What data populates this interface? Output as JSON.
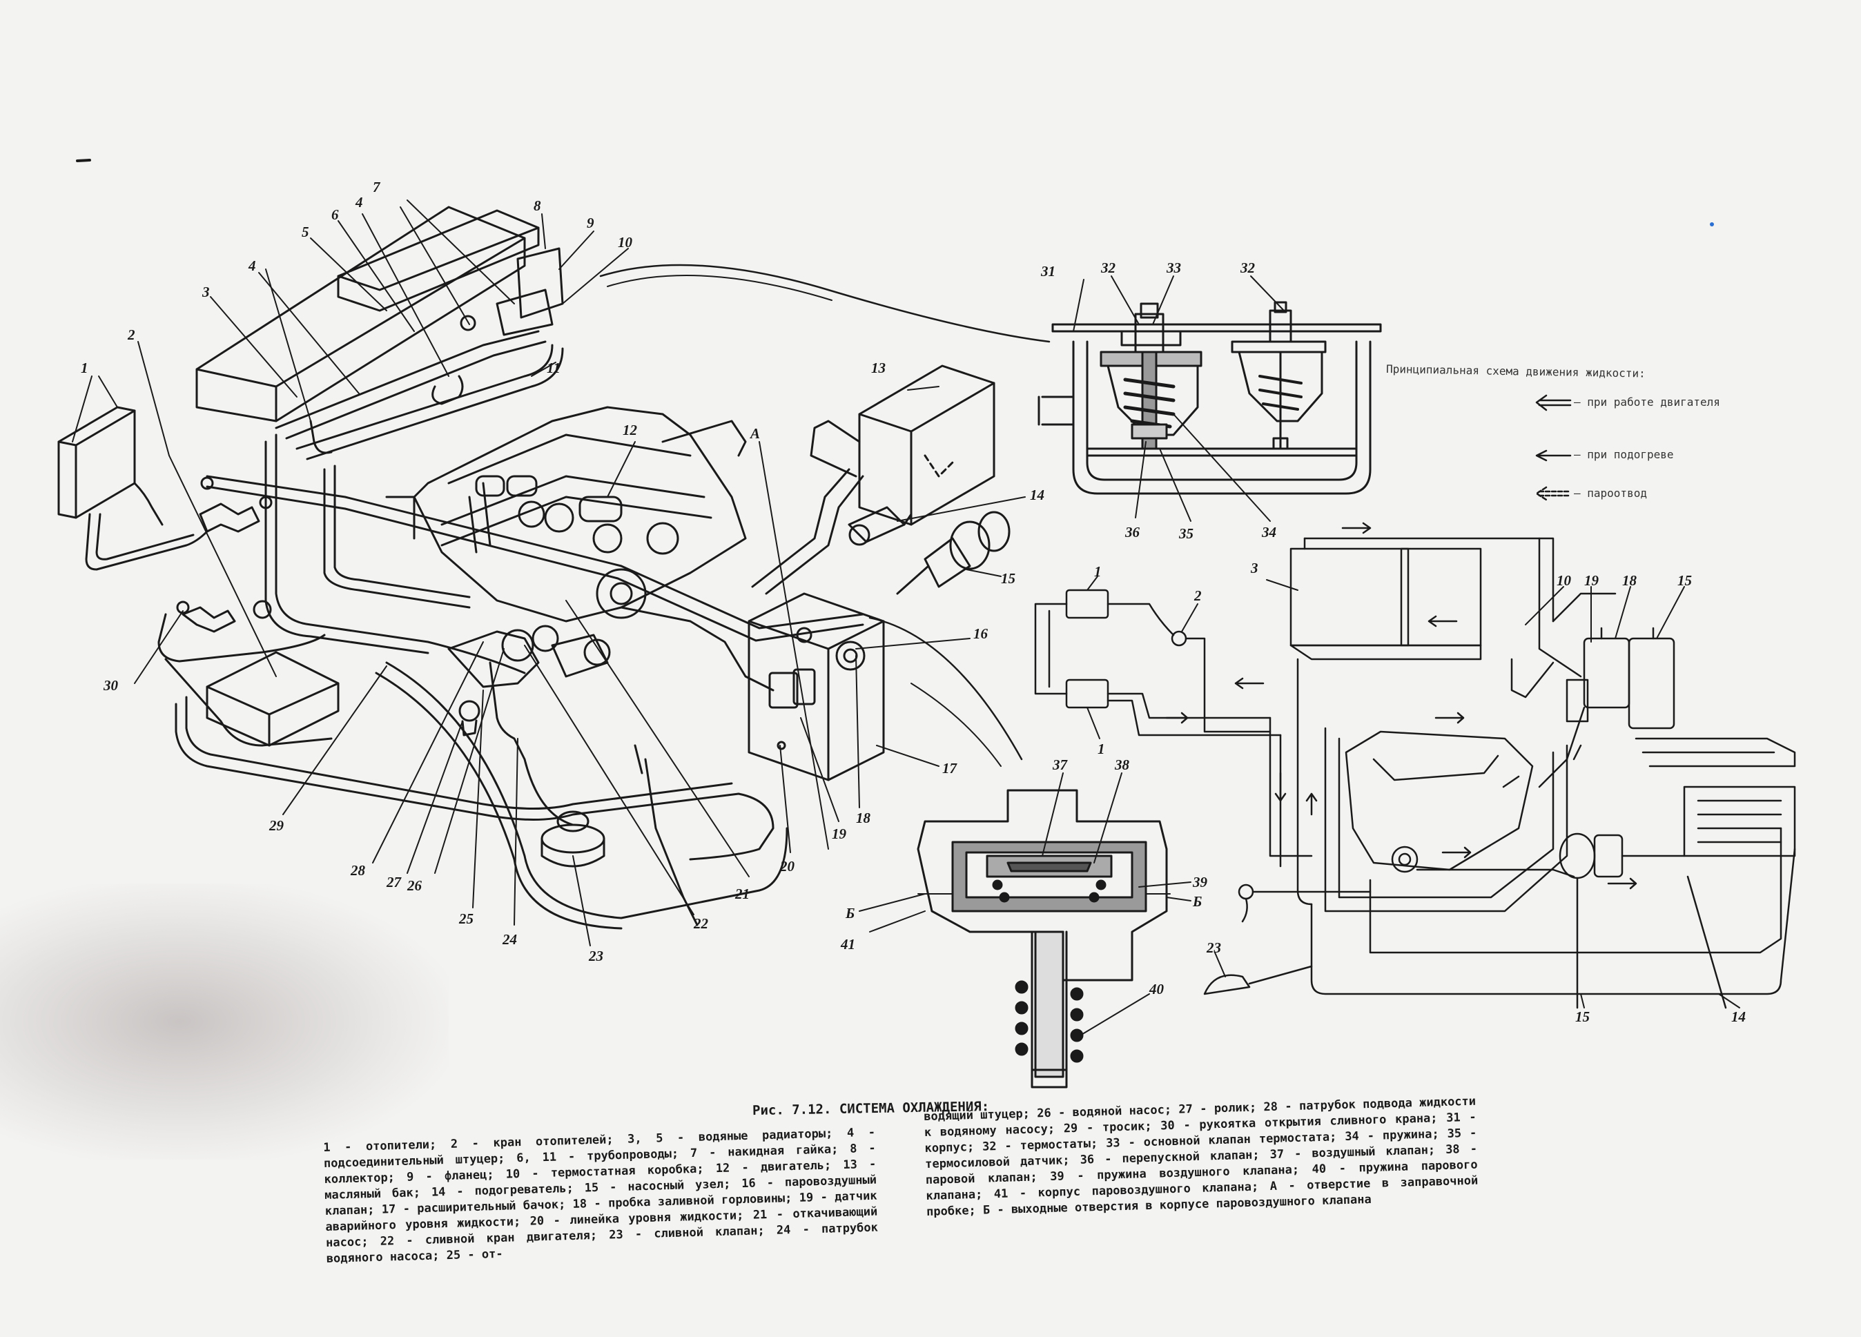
{
  "labels": {
    "l1": "1",
    "l2": "2",
    "l3": "3",
    "l4": "4",
    "l4b": "4",
    "l5": "5",
    "l6": "6",
    "l7": "7",
    "l8": "8",
    "l9": "9",
    "l10": "10",
    "l11": "11",
    "l12": "12",
    "l13": "13",
    "l14": "14",
    "l15": "15",
    "l16": "16",
    "l17": "17",
    "l18": "18",
    "l19": "19",
    "l20": "20",
    "l21": "21",
    "l22": "22",
    "l23": "23",
    "l24": "24",
    "l25": "25",
    "l26": "26",
    "l27": "27",
    "l28": "28",
    "l29": "29",
    "l30": "30",
    "lA": "A",
    "t31": "31",
    "t32": "32",
    "t33": "33",
    "t32b": "32",
    "t34": "34",
    "t35": "35",
    "t36": "36",
    "v37": "37",
    "v38": "38",
    "v39": "39",
    "vB1": "Б",
    "vB2": "Б",
    "v41": "41",
    "v40": "40",
    "s1a": "1",
    "s1b": "1",
    "s2": "2",
    "s3": "3",
    "s10": "10",
    "s19": "19",
    "s18": "18",
    "s15": "15",
    "s23": "23",
    "s15b": "15",
    "s14": "14"
  },
  "legend": {
    "title": "Принципиальная схема движения жидкости:",
    "items": [
      "— при работе двигателя",
      "— при подогреве",
      "— пароотвод"
    ]
  },
  "caption": {
    "title": "Рис. 7.12. СИСТЕМА ОХЛАЖДЕНИЯ:",
    "left": "1 - отопители; 2 - кран отопителей; 3, 5 - водяные радиаторы; 4 - подсоединительный штуцер; 6, 11 - трубопроводы; 7 - накидная гайка; 8 - коллектор; 9 - фланец; 10 - термостатная коробка; 12 - двигатель; 13 - масляный бак; 14 - подогреватель; 15 - насосный узел; 16 - паровоздушный клапан; 17 - расширительный бачок; 18 - пробка заливной горловины; 19 - датчик аварийного уровня жидкости; 20 - линейка уровня жидкости; 21 - откачивающий насос; 22 - сливной кран двигателя; 23 - сливной клапан; 24 - патрубок водяного насоса; 25 - от-",
    "right": "водящий штуцер; 26 - водяной насос; 27 - ролик; 28 - патрубок подвода жидкости к водяному насосу; 29 - тросик; 30 - рукоятка открытия сливного крана; 31 - корпус; 32 - термостаты; 33 - основной клапан термостата; 34 - пружина; 35 - термосиловой датчик; 36 - перепускной клапан; 37 - воздушный клапан; 38 - паровой клапан; 39 - пружина воздушного клапана; 40 - пружина парового клапана; 41 - корпус паровоздушного клапана; А - отверстие в заправочной пробке; Б - выходные отверстия в корпусе паровоздушного клапана"
  }
}
